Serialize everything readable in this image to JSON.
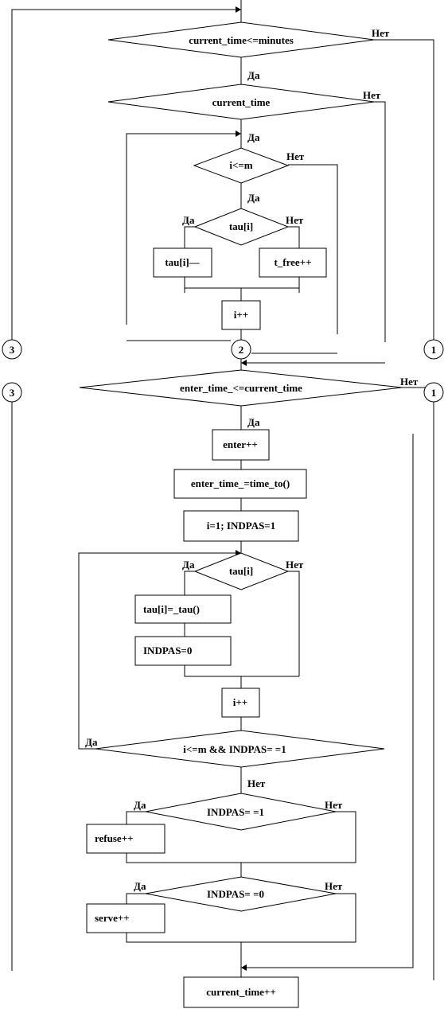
{
  "diamonds": {
    "d1": "current_time<=minutes",
    "d2": "current_time",
    "d3": "i<=m",
    "d4": "tau[i]",
    "d5": "enter_time_<=current_time",
    "d6": "tau[i]",
    "d7": "i<=m  && INDPAS= =1",
    "d8": "INDPAS= =1",
    "d9": "INDPAS= =0"
  },
  "boxes": {
    "b_tau_dec": "tau[i]—",
    "b_tfree": "t_free++",
    "b_i_inc1": "i++",
    "b_enter": "enter++",
    "b_enter_time": "enter_time_=time_to()",
    "b_init": "i=1;  INDPAS=1",
    "b_tau_assign": "tau[i]=_tau()",
    "b_indpas0": "INDPAS=0",
    "b_i_inc2": "i++",
    "b_refuse": "refuse++",
    "b_serve": "serve++",
    "b_current_inc": "current_time++"
  },
  "branch_labels": {
    "d1_no": "Нет",
    "d1_yes": "Да",
    "d2_no": "Нет",
    "d3_yes_top": "Да",
    "d3_no": "Нет",
    "d3_yes": "Да",
    "d4_yes": "Да",
    "d4_no": "Нет",
    "d5_no": "Нет",
    "d5_yes": "Да",
    "d6_yes": "Да",
    "d6_no": "Нет",
    "d7_yes": "Да",
    "d7_no": "Нет",
    "d8_yes": "Да",
    "d8_no": "Нет",
    "d9_yes": "Да",
    "d9_no": "Нет"
  },
  "connectors": {
    "c3_top": "3",
    "c2": "2",
    "c1_top": "1",
    "c3_bottom": "3",
    "c1_bottom": "1"
  }
}
